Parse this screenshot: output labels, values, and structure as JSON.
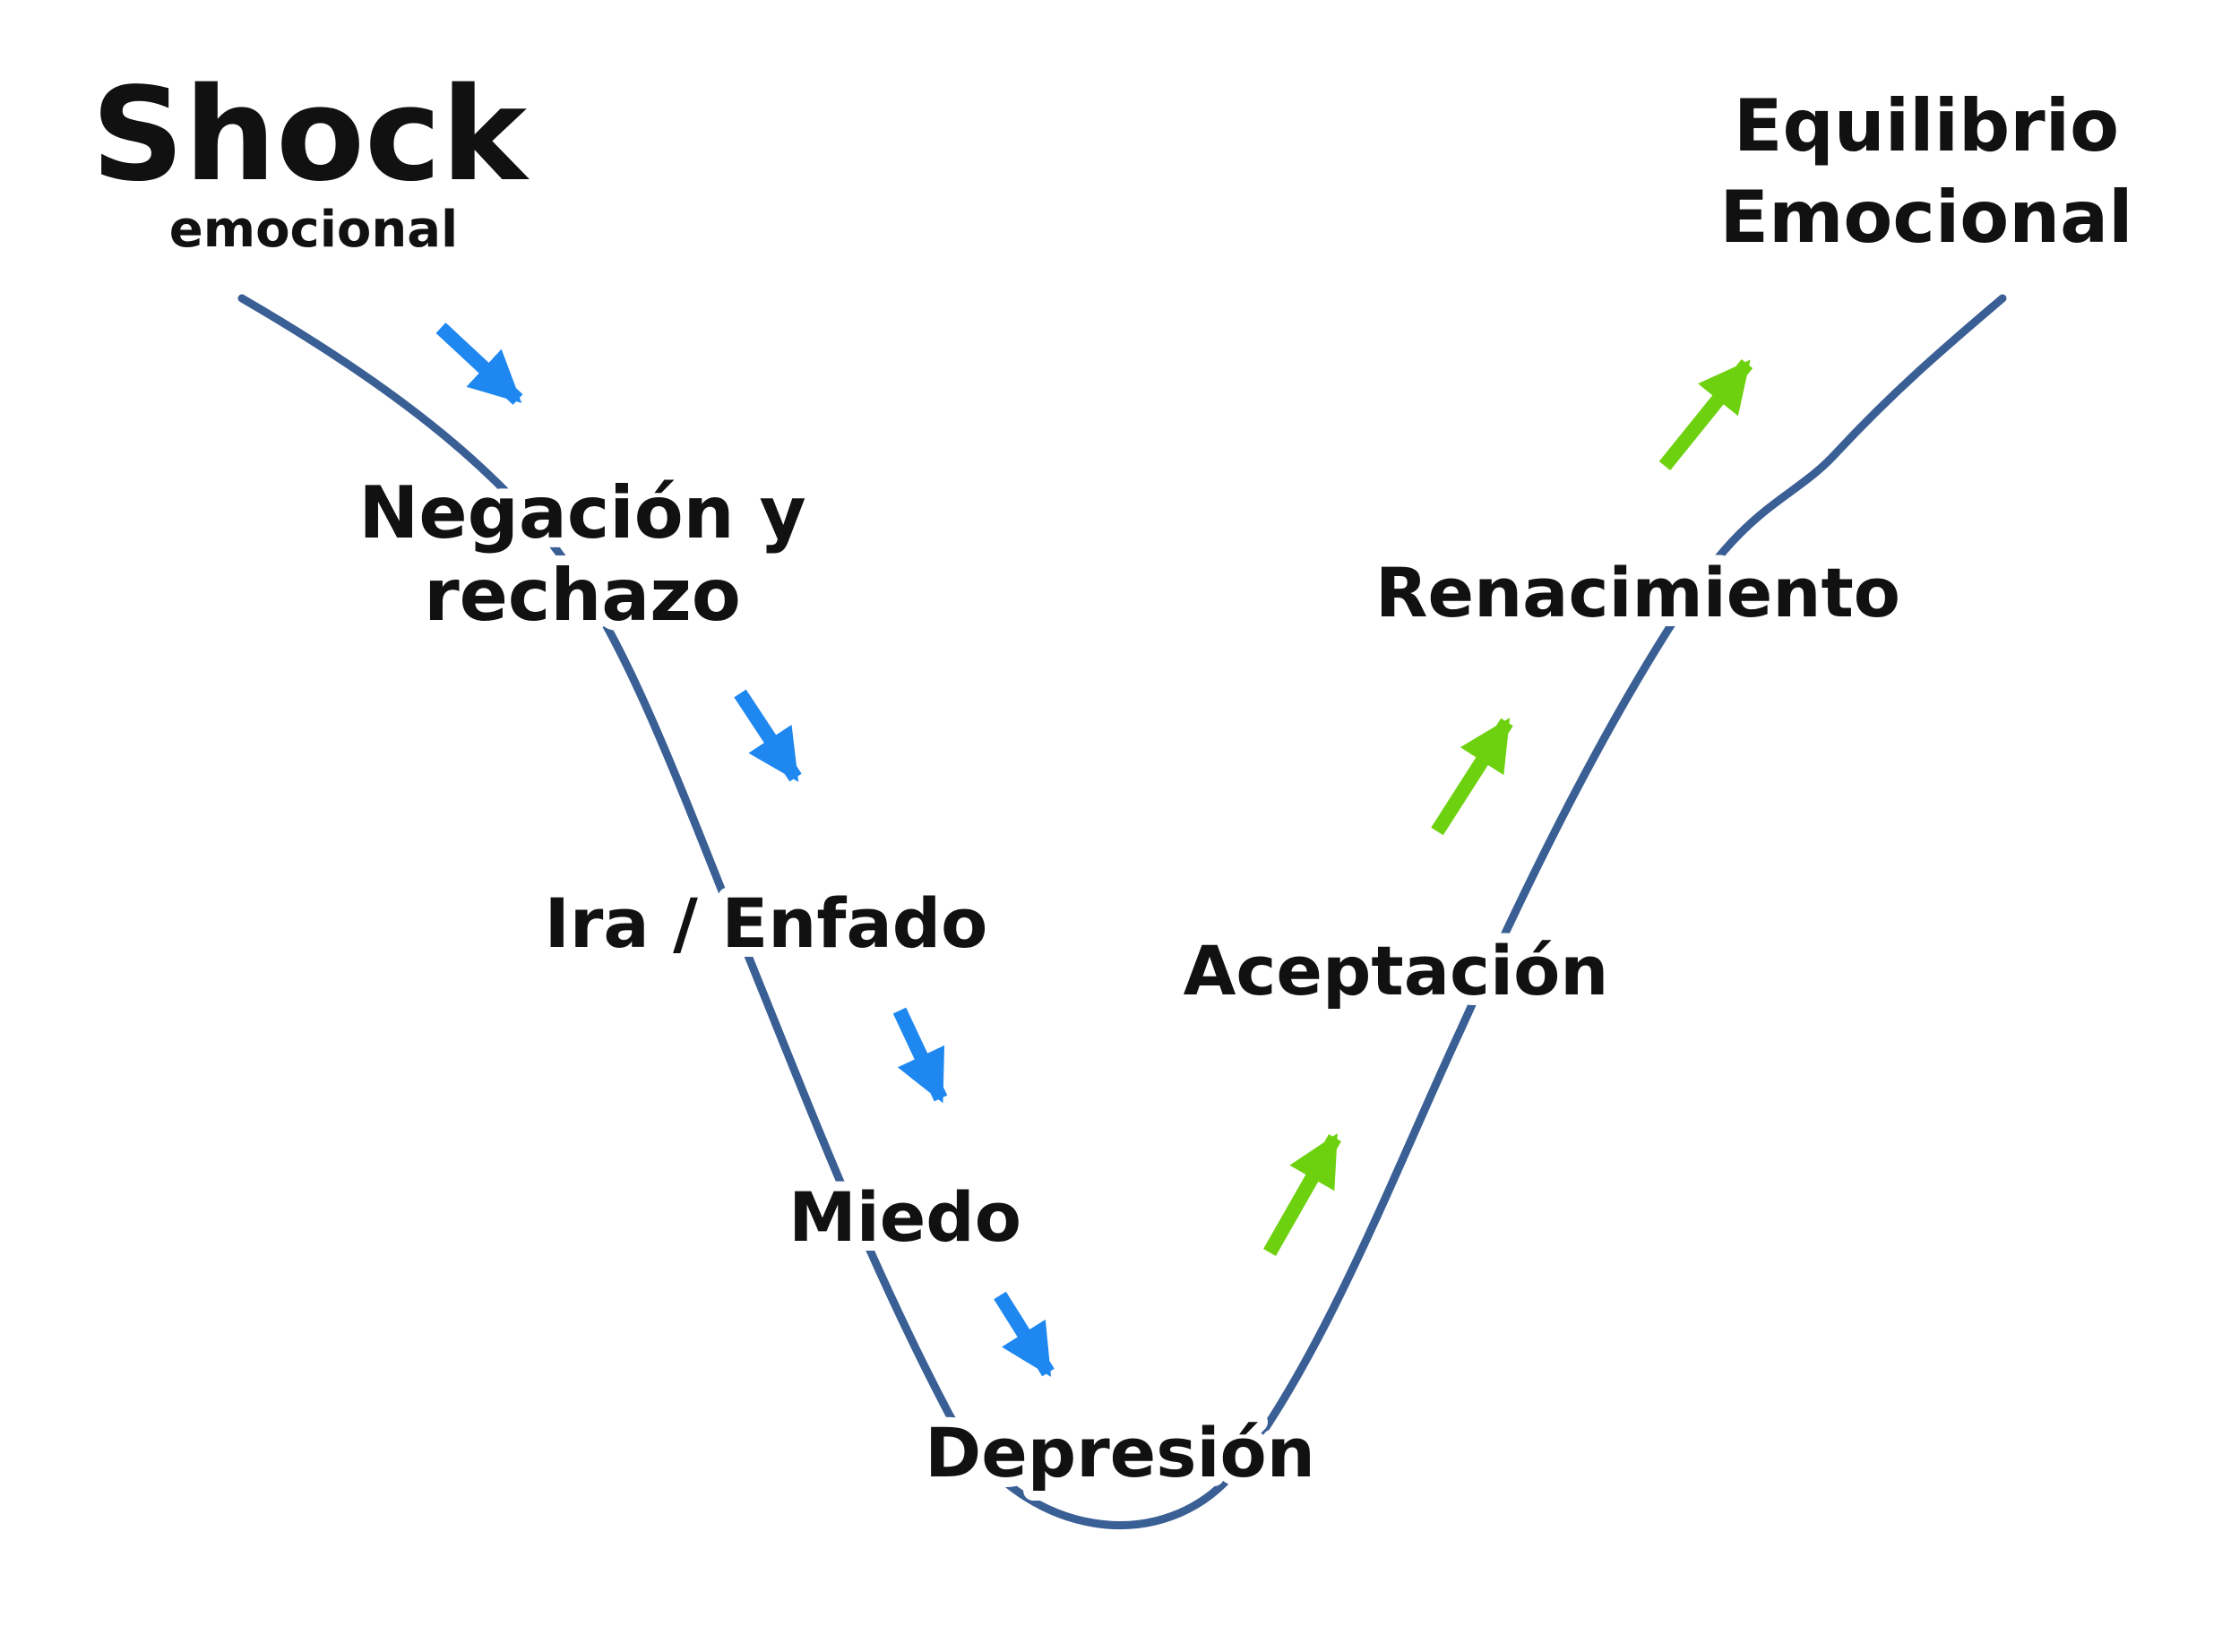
{
  "stages": {
    "shock": {
      "title": "Shock",
      "subtitle": "emocional"
    },
    "negacion": {
      "line1": "Negación y",
      "line2": "rechazo"
    },
    "ira": "Ira / Enfado",
    "miedo": "Miedo",
    "depresion": "Depresión",
    "aceptacion": "Aceptación",
    "renacimiento": "Renacimiento",
    "equilibrio": {
      "line1": "Equilibrio",
      "line2": "Emocional"
    }
  },
  "colors": {
    "curve": "#3a5f95",
    "down_arrow": "#1e87f0",
    "up_arrow": "#6ed10f",
    "text": "#111111",
    "background": "#ffffff"
  }
}
